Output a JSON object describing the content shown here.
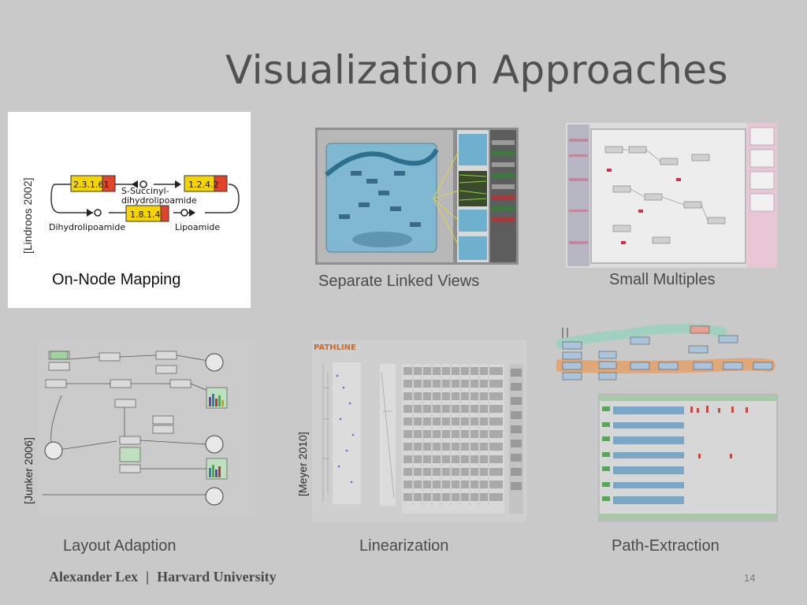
{
  "slide": {
    "title": "Visualization Approaches",
    "page_number": "14"
  },
  "footer": {
    "author": "Alexander Lex",
    "separator": "|",
    "affiliation": "Harvard University"
  },
  "panels": [
    {
      "caption": "On-Node Mapping",
      "citation": "[Lindroos 2002]",
      "diagram": {
        "node_top_left": "2.3.1.61",
        "node_top_right": "1.2.4.2",
        "node_bottom": "1.8.1.4",
        "compound_top_line1": "S-Succinyl-",
        "compound_top_line2": "dihydrolipoamide",
        "compound_bottom_left": "Dihydrolipoamide",
        "compound_bottom_right": "Lipoamide"
      }
    },
    {
      "caption": "Separate Linked Views"
    },
    {
      "caption": "Small Multiples"
    },
    {
      "caption": "Layout Adaption",
      "citation": "[Junker 2006]"
    },
    {
      "caption": "Linearization",
      "citation": "[Meyer 2010]",
      "thumb_label": "PATHLINE"
    },
    {
      "caption": "Path-Extraction"
    }
  ]
}
